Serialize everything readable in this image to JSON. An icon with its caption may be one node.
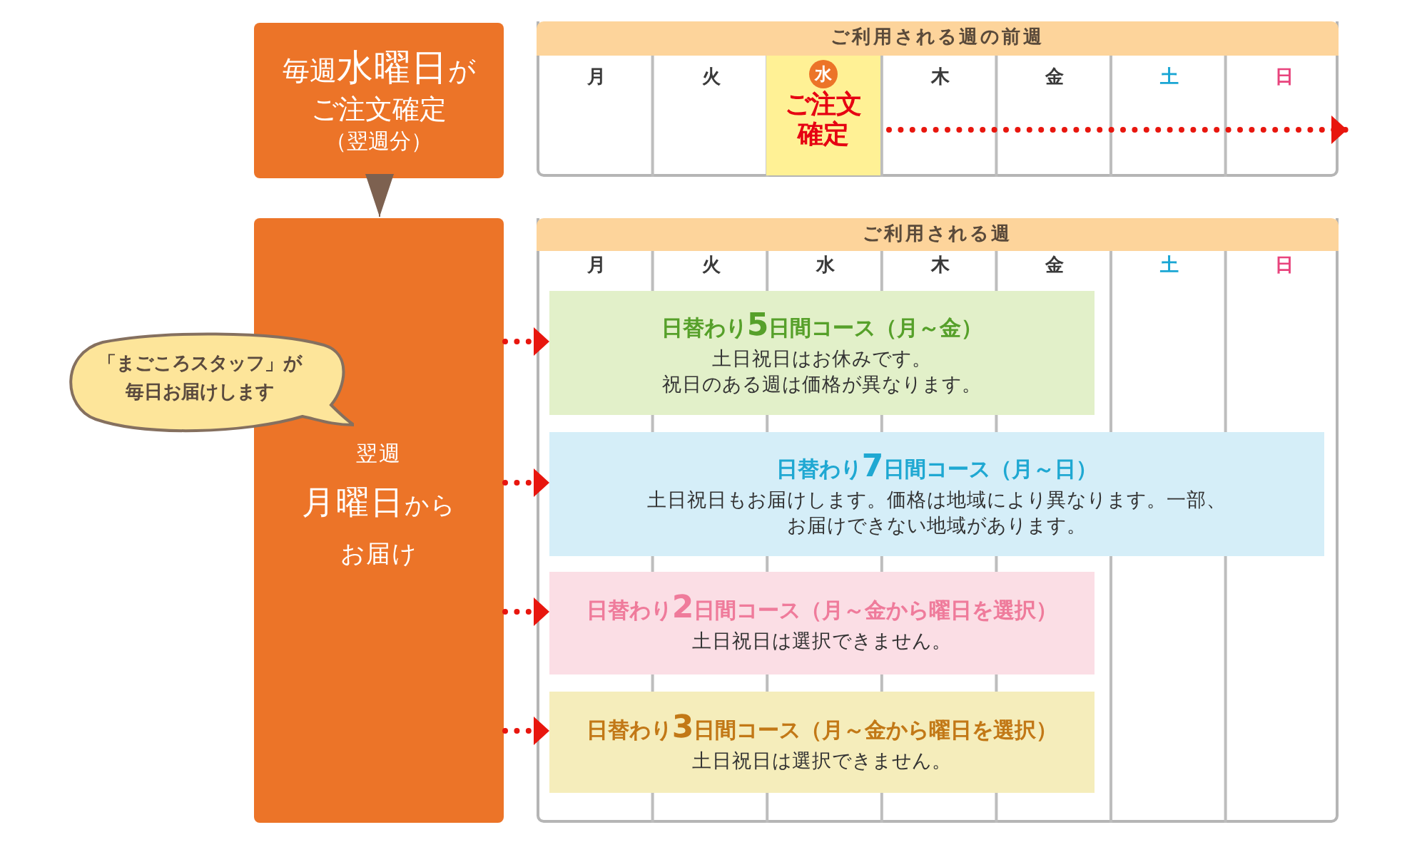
{
  "diagram": {
    "nodes": [
      {
        "text": [
          "毎週**水曜日**がご注文確定",
          "（翌週分）"
        ]
      },
      {
        "text": [
          "ご利用される週の前週"
        ]
      },
      {
        "text": [
          "水",
          "ご注文確定"
        ],
        "in": 1
      },
      {
        "text": [
          "翌週",
          "**月曜日**からお届け"
        ]
      },
      {
        "text": [
          "「まごころスタッフ」が毎日お届けします"
        ]
      },
      {
        "text": [
          "ご利用される週"
        ]
      },
      {
        "text": [
          "日替わり**5**日間コース（月～金）",
          "土日祝日はお休みです。祝日のある週は価格が異なります。"
        ],
        "in": 5
      },
      {
        "text": [
          "日替わり**7**日間コース（月～日）",
          "土日祝日もお届けします。価格は地域により異なります。一部、お届けできない地域があります。"
        ],
        "in": 5
      },
      {
        "text": [
          "日替わり**2**日間コース（月～金から曜日を選択）",
          "土日祝日は選択できません。"
        ],
        "in": 5
      },
      {
        "text": [
          "日替わり**3**日間コース（月～金から曜日を選択）",
          "土日祝日は選択できません。"
        ],
        "in": 5
      }
    ],
    "edges": [
      {
        "from": 0,
        "to": 3,
        "arrow": "to",
        "color": "#7d6150"
      },
      {
        "from": 2,
        "to": null,
        "arrow": "to",
        "style": "dashed"
      },
      {
        "from": 3,
        "to": 6,
        "arrow": "to",
        "style": "dashed"
      },
      {
        "from": 3,
        "to": 7,
        "arrow": "to",
        "style": "dashed"
      },
      {
        "from": 3,
        "to": 8,
        "arrow": "to",
        "style": "dashed"
      },
      {
        "from": 3,
        "to": 9,
        "arrow": "to",
        "style": "dashed"
      }
    ],
    "labels": [
      "月",
      "火",
      "木",
      "金",
      "土",
      "日",
      "月",
      "火",
      "水",
      "木",
      "金",
      "土",
      "日"
    ]
  }
}
